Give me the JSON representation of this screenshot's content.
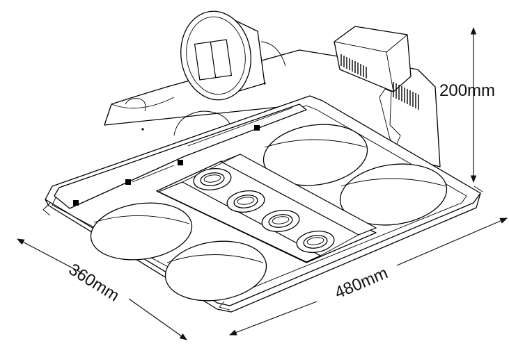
{
  "dimensions": {
    "height": "200mm",
    "depth": "360mm",
    "width": "480mm"
  },
  "icons": {
    "arrowhead": "filled-triangle-arrowhead"
  }
}
